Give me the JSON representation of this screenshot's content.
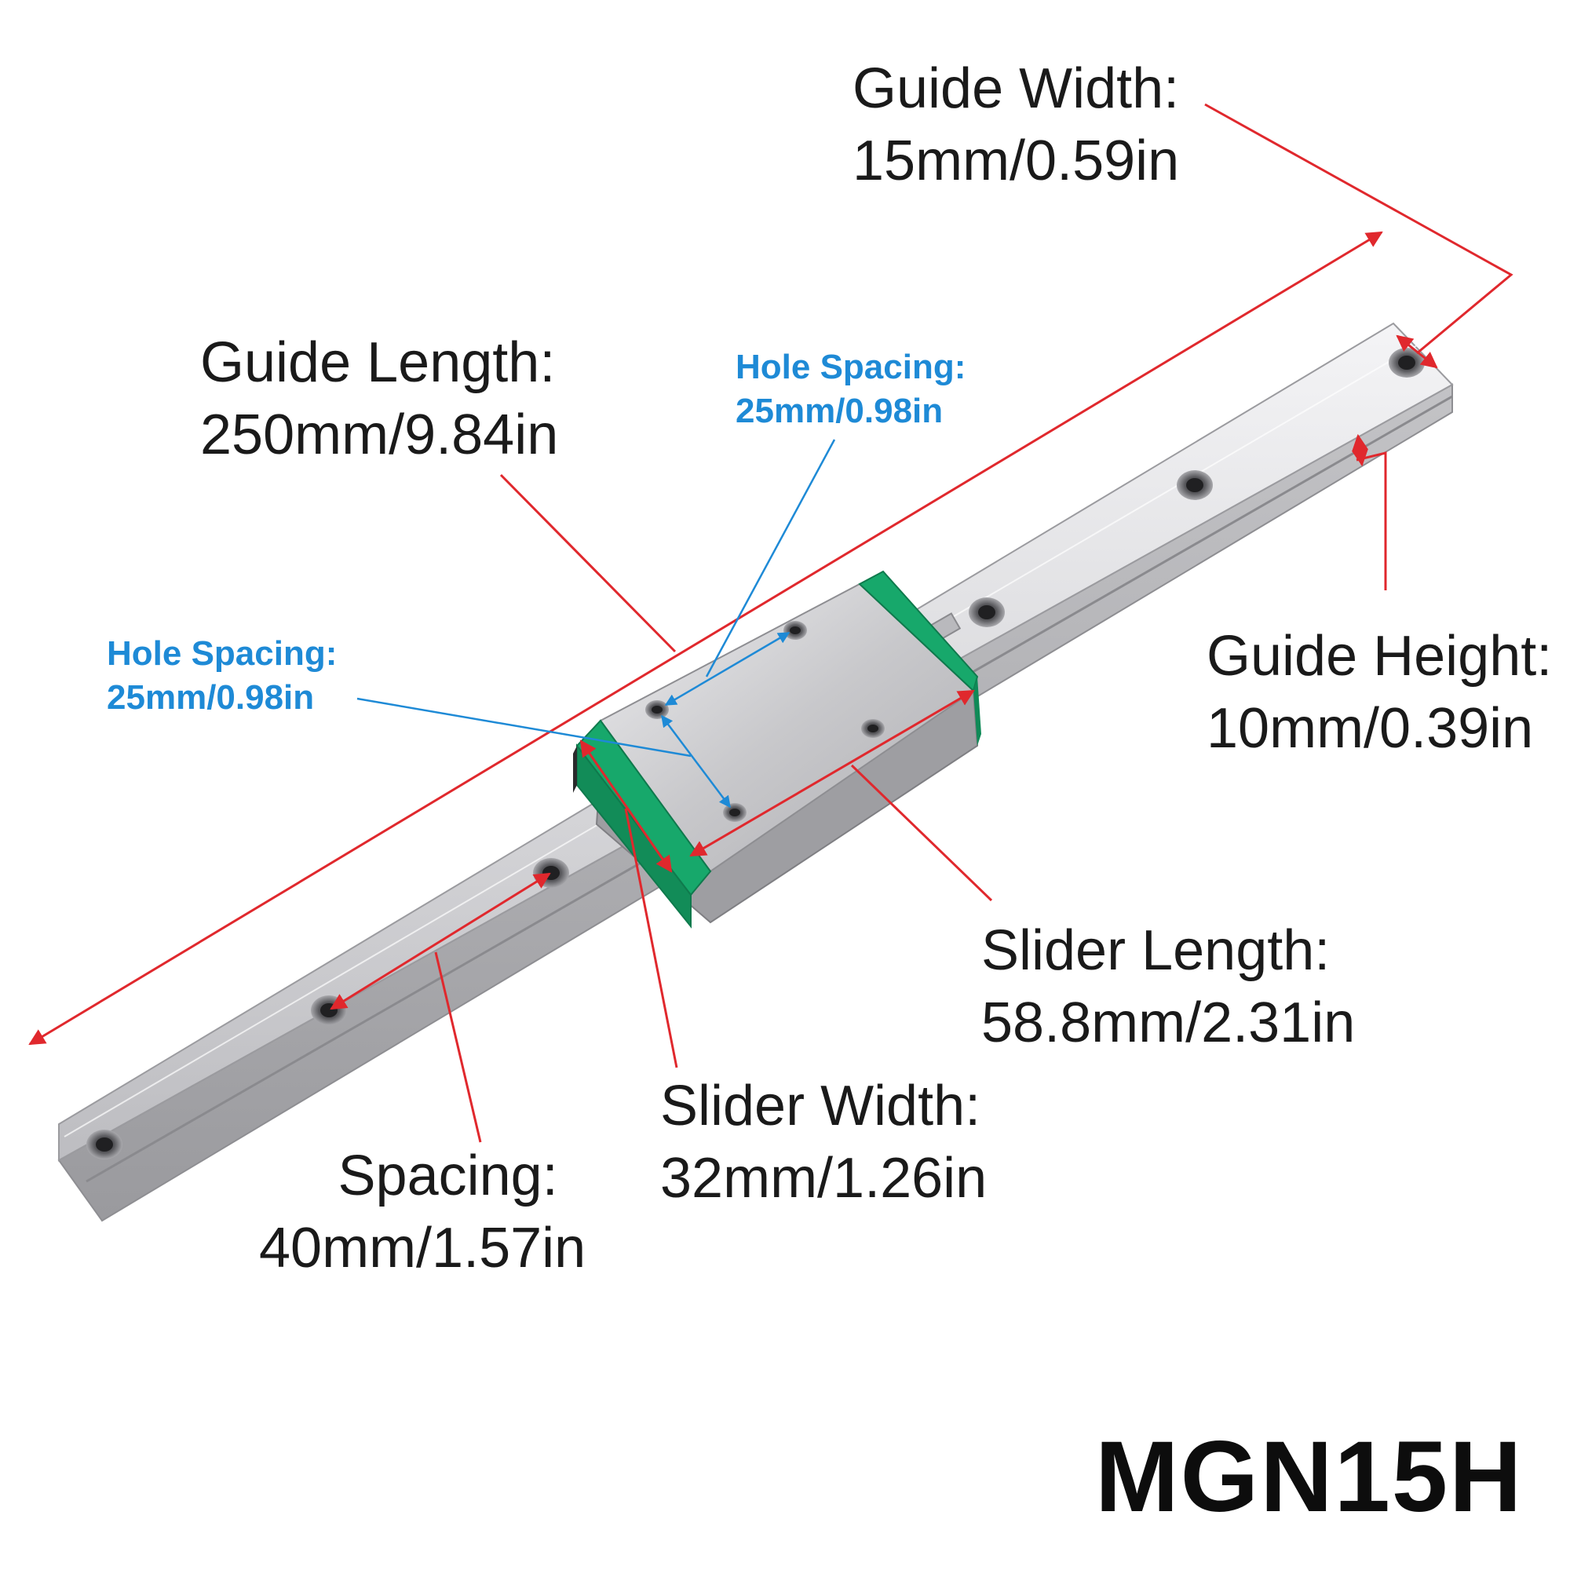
{
  "labels": {
    "guide_width": {
      "title": "Guide Width:",
      "value": "15mm/0.59in"
    },
    "guide_length": {
      "title": "Guide Length:",
      "value": "250mm/9.84in"
    },
    "hole_spacing_top": {
      "title": "Hole Spacing:",
      "value": "25mm/0.98in"
    },
    "hole_spacing_left": {
      "title": "Hole Spacing:",
      "value": "25mm/0.98in"
    },
    "guide_height": {
      "title": "Guide Height:",
      "value": "10mm/0.39in"
    },
    "slider_length": {
      "title": "Slider Length:",
      "value": "58.8mm/2.31in"
    },
    "slider_width": {
      "title": "Slider Width:",
      "value": "32mm/1.26in"
    },
    "spacing": {
      "title": "Spacing:",
      "value": "40mm/1.57in"
    }
  },
  "model": "MGN15H",
  "colors": {
    "dimension_red": "#e0282d",
    "hole_spacing_blue": "#1e8ad6",
    "rail_steel": "#c9c9cc",
    "carriage_green": "#17a86b"
  }
}
